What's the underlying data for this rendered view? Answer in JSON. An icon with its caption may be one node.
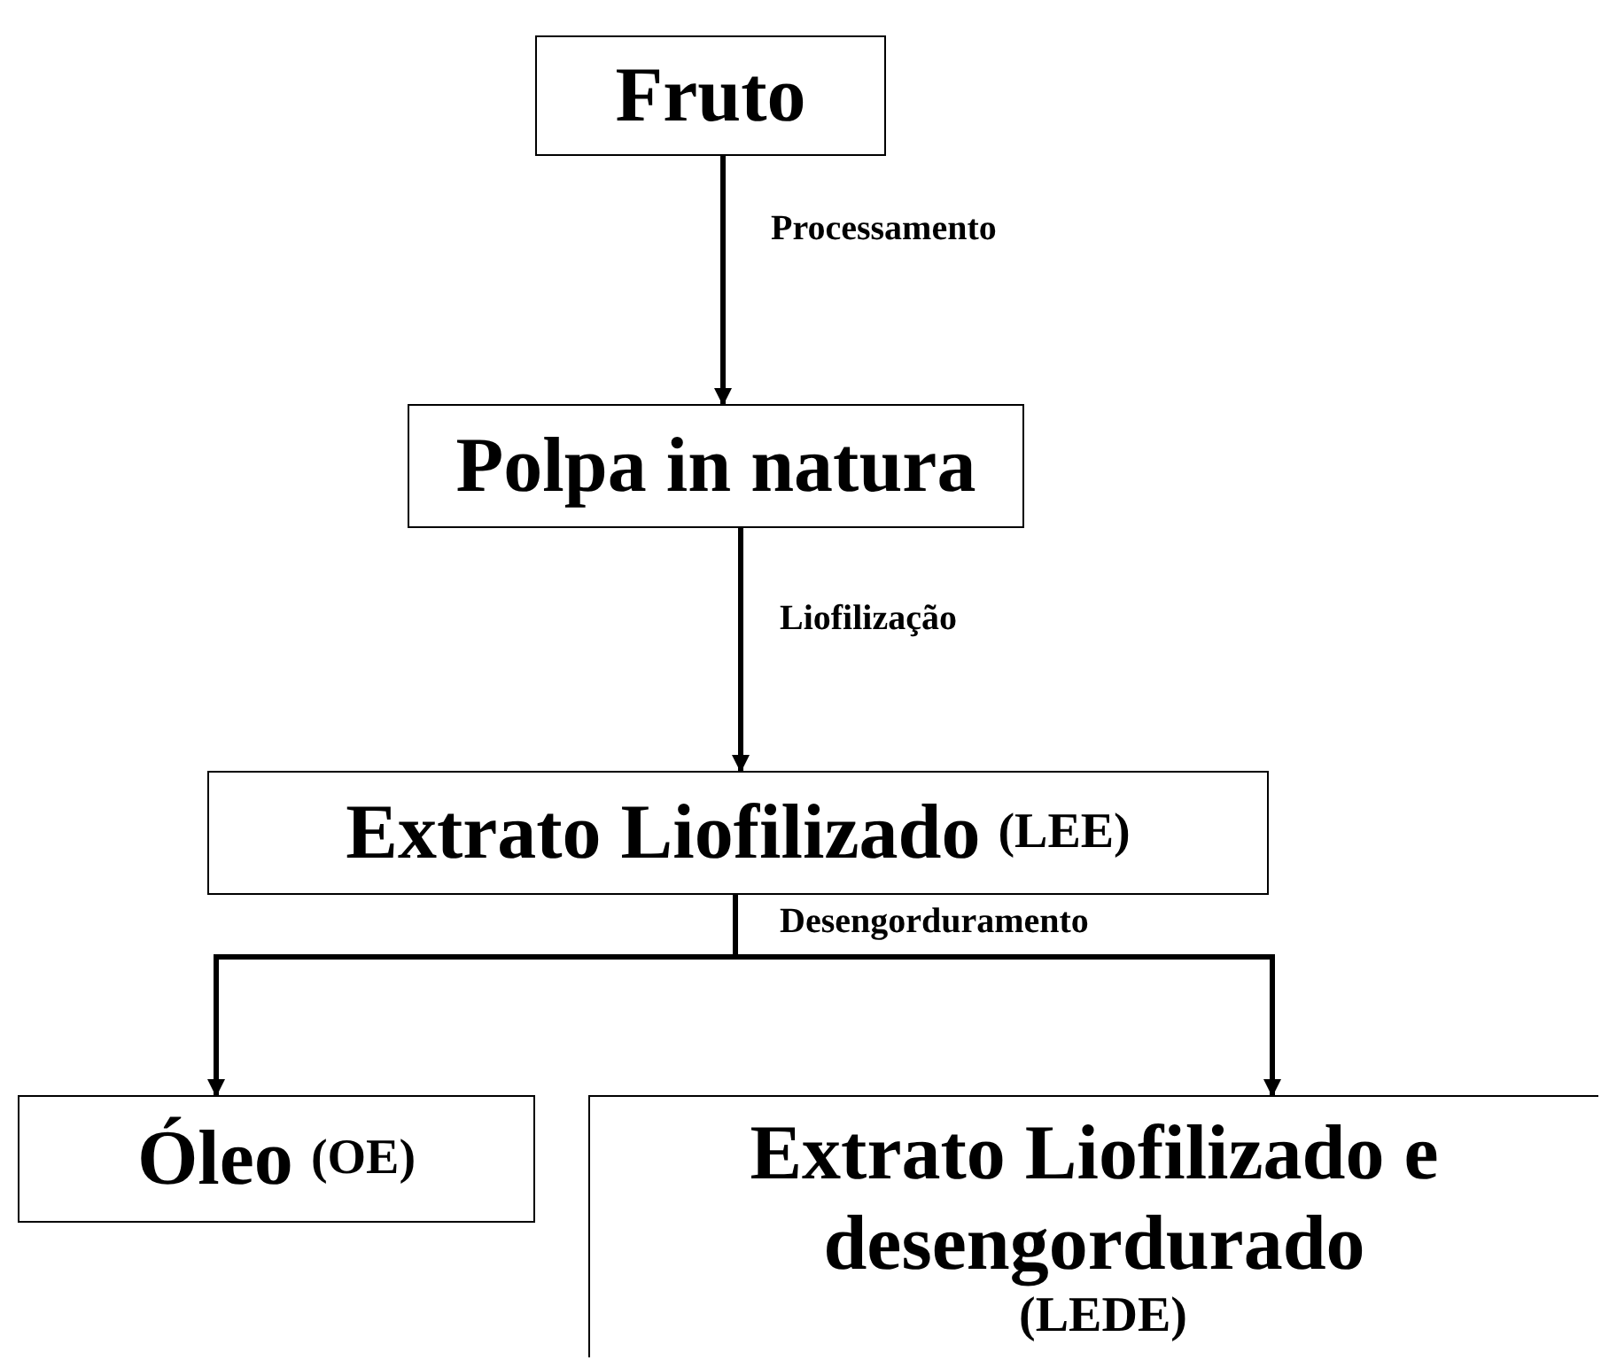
{
  "diagram": {
    "nodes": [
      {
        "text": [
          "Fruto"
        ]
      },
      {
        "text": [
          "Polpa in natura"
        ]
      },
      {
        "text": [
          "Extrato Liofilizado",
          "(LEE)"
        ]
      },
      {
        "text": [
          "Óleo",
          "(OE)"
        ]
      },
      {
        "text": [
          "Extrato Liofilizado e desengordurado",
          "(LEDE)"
        ]
      }
    ],
    "edges": [
      {
        "from": 0,
        "to": 1,
        "arrow": "to",
        "label": "Processamento"
      },
      {
        "from": 1,
        "to": 2,
        "arrow": "to",
        "label": "Liofilização"
      },
      {
        "from": 2,
        "to": 3,
        "arrow": "to",
        "label": "Desengorduramento"
      },
      {
        "from": 2,
        "to": 4,
        "arrow": "to"
      }
    ]
  }
}
